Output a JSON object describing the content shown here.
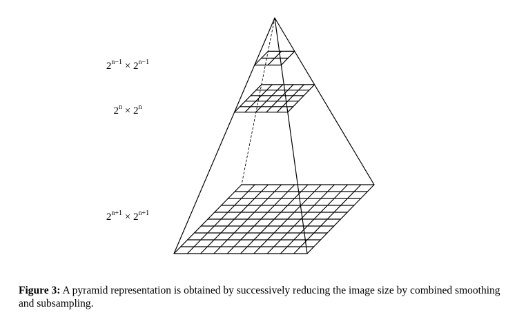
{
  "labels": {
    "top": {
      "base": "2",
      "exp": "n−1"
    },
    "middle": {
      "base": "2",
      "exp": "n"
    },
    "bottom": {
      "base": "2",
      "exp": "n+1"
    },
    "times": "×"
  },
  "pyramid": {
    "levels": [
      {
        "name": "top",
        "cells": 2
      },
      {
        "name": "middle",
        "cells": 5
      },
      {
        "name": "bottom",
        "cells": 10
      }
    ]
  },
  "caption": {
    "label": "Figure 3:",
    "text": "A pyramid representation is obtained by successively reducing the image size by combined smoothing and subsampling."
  }
}
